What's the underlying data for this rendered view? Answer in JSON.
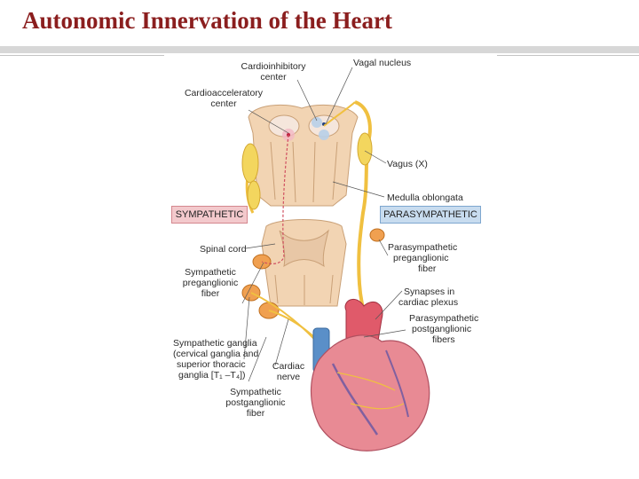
{
  "slide": {
    "title": "Autonomic Innervation of the Heart"
  },
  "colors": {
    "title": "#8b1e1e",
    "sympathetic_box": "#f3c9cc",
    "parasympathetic_box": "#c8dcef",
    "nerve": "#f0c040",
    "heart": "#e88a94"
  },
  "figure": {
    "labels": {
      "cardioinhibitory_1": "Cardioinhibitory",
      "cardioinhibitory_2": "center",
      "vagal_nucleus": "Vagal nucleus",
      "cardioacceleratory_1": "Cardioacceleratory",
      "cardioacceleratory_2": "center",
      "vagus": "Vagus (X)",
      "medulla": "Medulla oblongata",
      "sympathetic": "SYMPATHETIC",
      "parasympathetic": "PARASYMPATHETIC",
      "spinal_cord": "Spinal cord",
      "para_pre_1": "Parasympathetic",
      "para_pre_2": "preganglionic",
      "para_pre_3": "fiber",
      "symp_pre_1": "Sympathetic",
      "symp_pre_2": "preganglionic",
      "symp_pre_3": "fiber",
      "synapses_1": "Synapses in",
      "synapses_2": "cardiac plexus",
      "para_post_1": "Parasympathetic",
      "para_post_2": "postganglionic",
      "para_post_3": "fibers",
      "ganglia_1": "Sympathetic ganglia",
      "ganglia_2": "(cervical ganglia and",
      "ganglia_3": "superior thoracic",
      "ganglia_4": "ganglia [T₁ –T₄])",
      "cardiac_nerve_1": "Cardiac",
      "cardiac_nerve_2": "nerve",
      "symp_post_1": "Sympathetic",
      "symp_post_2": "postganglionic",
      "symp_post_3": "fiber"
    }
  }
}
